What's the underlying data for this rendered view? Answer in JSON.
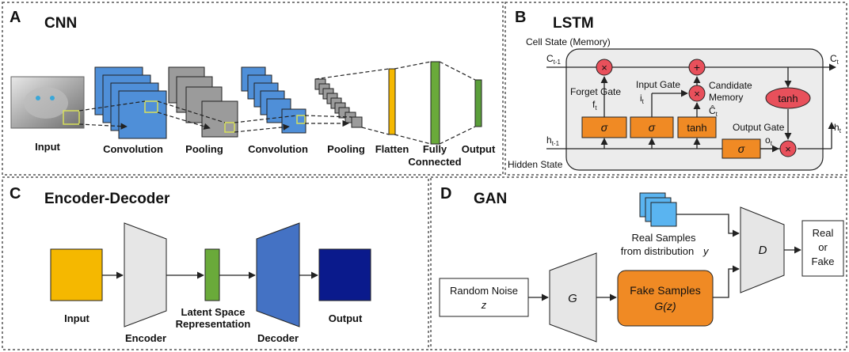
{
  "panels": {
    "a": {
      "letter": "A",
      "title": "CNN"
    },
    "b": {
      "letter": "B",
      "title": "LSTM"
    },
    "c": {
      "letter": "C",
      "title": "Encoder-Decoder"
    },
    "d": {
      "letter": "D",
      "title": "GAN"
    }
  },
  "cnn": {
    "labels": {
      "input": "Input",
      "convolution1": "Convolution",
      "pooling1": "Pooling",
      "convolution2": "Convolution",
      "pooling2": "Pooling",
      "flatten": "Flatten",
      "fully_connected_line1": "Fully",
      "fully_connected_line2": "Connected",
      "output": "Output"
    },
    "colors": {
      "conv": "#4f8fd8",
      "pool": "#9b9b9b",
      "flatten": "#f5b800",
      "fc": "#6aaa3a",
      "out": "#5a9e3a"
    }
  },
  "lstm": {
    "cell_state_label": "Cell State (Memory)",
    "hidden_state_label": "Hidden State",
    "c_prev": "C",
    "c_prev_sub": "t-1",
    "c_next": "C",
    "c_next_sub": "t",
    "h_prev": "h",
    "h_prev_sub": "t-1",
    "h_next": "h",
    "h_next_sub": "t",
    "forget_gate": "Forget  Gate",
    "forget_var": "f",
    "forget_var_sub": "t",
    "input_gate": "Input Gate",
    "input_var": "i",
    "input_var_sub": "t",
    "candidate_line1": "Candidate",
    "candidate_line2": "Memory",
    "candidate_var": "Ĉ",
    "candidate_var_sub": "t",
    "output_gate": "Output Gate",
    "output_var": "o",
    "output_var_sub": "t",
    "sigma": "σ",
    "tanh": "tanh",
    "times": "×",
    "plus": "+",
    "colors": {
      "gate": "#f08a24",
      "op": "#e8505b",
      "tanh_ellipse": "#e8505b",
      "cell_bg": "#ececec"
    }
  },
  "encdec": {
    "input": "Input",
    "encoder": "Encoder",
    "latent_line1": "Latent Space",
    "latent_line2": "Representation",
    "decoder": "Decoder",
    "output": "Output",
    "colors": {
      "input": "#f5b800",
      "encoder": "#e6e6e6",
      "latent": "#6aaa3a",
      "decoder": "#4472c4",
      "output": "#0a1a8c"
    }
  },
  "gan": {
    "real_line1": "Real Samples",
    "real_line2": "from distribution",
    "real_var": "y",
    "noise_line1": "Random Noise",
    "noise_var": "z",
    "generator": "G",
    "fake_line1": "Fake Samples",
    "fake_line2": "G(z)",
    "discriminator": "D",
    "result_line1": "Real",
    "result_line2": "or",
    "result_line3": "Fake",
    "colors": {
      "fake": "#f08a24",
      "real_stack": "#5ab4f0",
      "gd": "#e6e6e6"
    }
  }
}
